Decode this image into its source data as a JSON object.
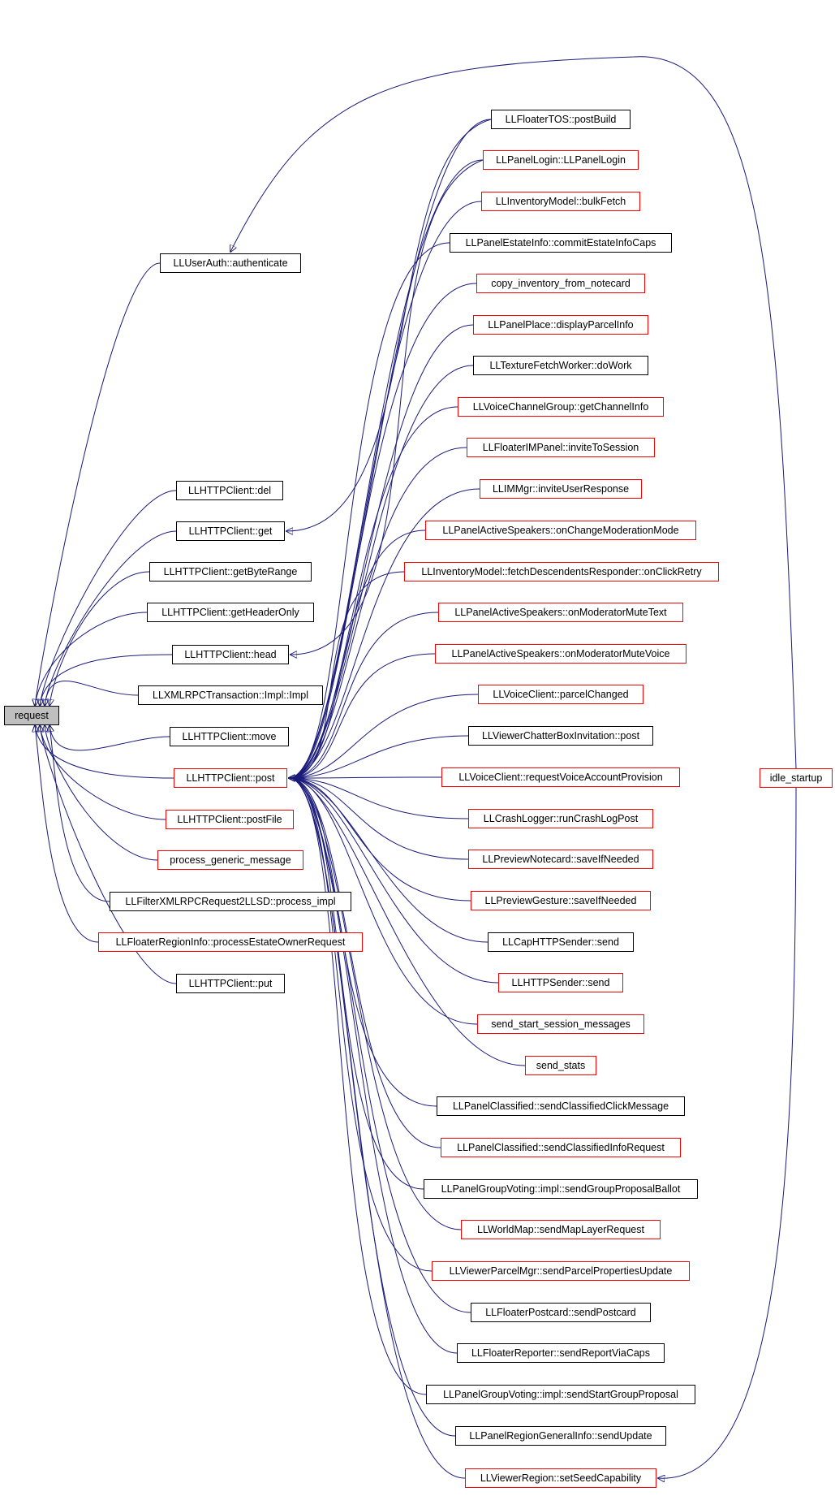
{
  "root": {
    "label": "request",
    "color": "gray"
  },
  "left_callers": [
    {
      "label": "LLUserAuth::authenticate",
      "color": "black"
    },
    {
      "label": "LLHTTPClient::del",
      "color": "black"
    },
    {
      "label": "LLHTTPClient::get",
      "color": "black"
    },
    {
      "label": "LLHTTPClient::getByteRange",
      "color": "black"
    },
    {
      "label": "LLHTTPClient::getHeaderOnly",
      "color": "black"
    },
    {
      "label": "LLHTTPClient::head",
      "color": "black"
    },
    {
      "label": "LLXMLRPCTransaction::Impl::Impl",
      "color": "black"
    },
    {
      "label": "LLHTTPClient::move",
      "color": "black"
    },
    {
      "label": "LLHTTPClient::post",
      "color": "red"
    },
    {
      "label": "LLHTTPClient::postFile",
      "color": "red"
    },
    {
      "label": "process_generic_message",
      "color": "red"
    },
    {
      "label": "LLFilterXMLRPCRequest2LLSD::process_impl",
      "color": "black"
    },
    {
      "label": "LLFloaterRegionInfo::processEstateOwnerRequest",
      "color": "red"
    },
    {
      "label": "LLHTTPClient::put",
      "color": "black"
    }
  ],
  "right_callers": [
    {
      "label": "LLFloaterTOS::postBuild",
      "color": "black"
    },
    {
      "label": "LLPanelLogin::LLPanelLogin",
      "color": "red"
    },
    {
      "label": "LLInventoryModel::bulkFetch",
      "color": "red"
    },
    {
      "label": "LLPanelEstateInfo::commitEstateInfoCaps",
      "color": "black"
    },
    {
      "label": "copy_inventory_from_notecard",
      "color": "red"
    },
    {
      "label": "LLPanelPlace::displayParcelInfo",
      "color": "red"
    },
    {
      "label": "LLTextureFetchWorker::doWork",
      "color": "black"
    },
    {
      "label": "LLVoiceChannelGroup::getChannelInfo",
      "color": "red"
    },
    {
      "label": "LLFloaterIMPanel::inviteToSession",
      "color": "red"
    },
    {
      "label": "LLIMMgr::inviteUserResponse",
      "color": "red"
    },
    {
      "label": "LLPanelActiveSpeakers::onChangeModerationMode",
      "color": "red"
    },
    {
      "label": "LLInventoryModel::fetchDescendentsResponder::onClickRetry",
      "color": "red"
    },
    {
      "label": "LLPanelActiveSpeakers::onModeratorMuteText",
      "color": "red"
    },
    {
      "label": "LLPanelActiveSpeakers::onModeratorMuteVoice",
      "color": "red"
    },
    {
      "label": "LLVoiceClient::parcelChanged",
      "color": "red"
    },
    {
      "label": "LLViewerChatterBoxInvitation::post",
      "color": "black"
    },
    {
      "label": "LLVoiceClient::requestVoiceAccountProvision",
      "color": "red"
    },
    {
      "label": "LLCrashLogger::runCrashLogPost",
      "color": "red"
    },
    {
      "label": "LLPreviewNotecard::saveIfNeeded",
      "color": "red"
    },
    {
      "label": "LLPreviewGesture::saveIfNeeded",
      "color": "red"
    },
    {
      "label": "LLCapHTTPSender::send",
      "color": "black"
    },
    {
      "label": "LLHTTPSender::send",
      "color": "red"
    },
    {
      "label": "send_start_session_messages",
      "color": "red"
    },
    {
      "label": "send_stats",
      "color": "red"
    },
    {
      "label": "LLPanelClassified::sendClassifiedClickMessage",
      "color": "black"
    },
    {
      "label": "LLPanelClassified::sendClassifiedInfoRequest",
      "color": "red"
    },
    {
      "label": "LLPanelGroupVoting::impl::sendGroupProposalBallot",
      "color": "black"
    },
    {
      "label": "LLWorldMap::sendMapLayerRequest",
      "color": "red"
    },
    {
      "label": "LLViewerParcelMgr::sendParcelPropertiesUpdate",
      "color": "red"
    },
    {
      "label": "LLFloaterPostcard::sendPostcard",
      "color": "black"
    },
    {
      "label": "LLFloaterReporter::sendReportViaCaps",
      "color": "black"
    },
    {
      "label": "LLPanelGroupVoting::impl::sendStartGroupProposal",
      "color": "black"
    },
    {
      "label": "LLPanelRegionGeneralInfo::sendUpdate",
      "color": "black"
    },
    {
      "label": "LLViewerRegion::setSeedCapability",
      "color": "red"
    }
  ],
  "far_callers": [
    {
      "label": "idle_startup",
      "color": "red"
    }
  ],
  "colors": {
    "edge": "#1a1a7a",
    "red_border": "#ff0000",
    "root_fill": "#bfbfbf"
  }
}
